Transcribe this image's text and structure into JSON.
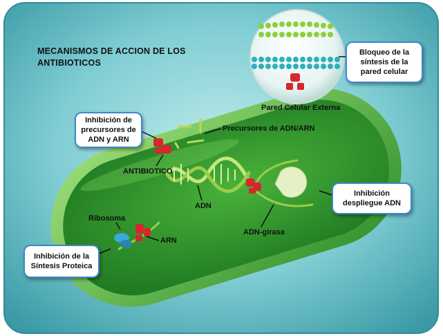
{
  "title": "MECANISMOS DE ACCION DE LOS ANTIBIOTICOS",
  "callouts": {
    "cell_wall_block": "Bloqueo de la síntesis de la pared celular",
    "precursor_inhibition": "Inhibición de precursores de ADN y ARN",
    "dna_unwinding_inhibition": "Inhibición despliegue ADN",
    "protein_synthesis_inhibition": "Inhibición de la Síntesis Proteica"
  },
  "labels": {
    "outer_wall": "Pared Celular Externa",
    "precursors": "Precursores de ADN/ARN",
    "antibiotic": "ANTIBIOTICO",
    "dna": "ADN",
    "gyrase": "ADN-girasa",
    "ribosome": "Ribosoma",
    "rna": "ARN"
  },
  "colors": {
    "background_teal": "#6fc3c9",
    "cell_green": "#3fae3a",
    "cytoplasm_green": "#2b8a2c",
    "antibiotic_red": "#d6262e",
    "callout_border": "#3f86c8"
  }
}
